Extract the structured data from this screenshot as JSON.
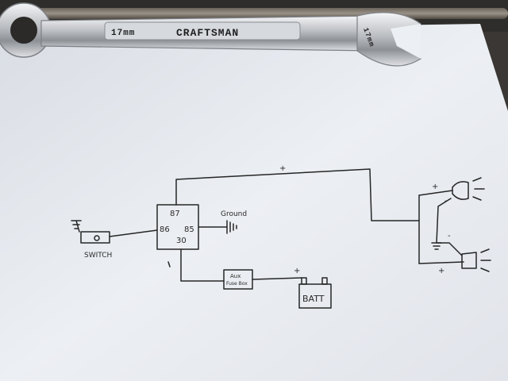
{
  "wrench": {
    "size_mark": "17mm",
    "brand": "CRAFTSMAN",
    "end_mark": "17mm"
  },
  "diagram": {
    "relay": {
      "pin_87": "87",
      "pin_86": "86",
      "pin_85": "85",
      "pin_30": "30"
    },
    "ground_label": "Ground",
    "switch_label": "SWITCH",
    "fuse_box_label_line1": "Aux",
    "fuse_box_label_line2": "Fuse Box",
    "battery_label": "BATT",
    "plus_sign": "+",
    "minus_sign": "-"
  },
  "colors": {
    "paper": "#e8ebf0",
    "ink": "#262626",
    "chrome": "#c9ccd0",
    "background": "#2f2d2b"
  }
}
